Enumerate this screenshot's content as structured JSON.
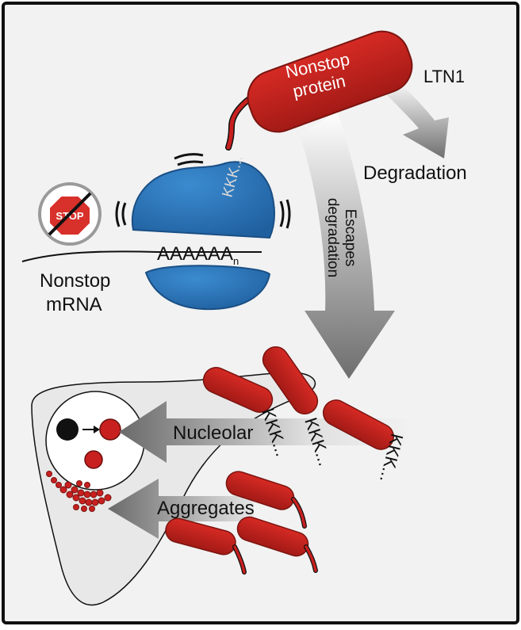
{
  "colors": {
    "background": "#f2f2f2",
    "border": "#111111",
    "protein_red": "#c8201f",
    "protein_red_dark": "#8a1a14",
    "ribosome_blue": "#2a78b8",
    "ribosome_blue_dark": "#1a5590",
    "cell_gray": "#e8e8e8",
    "nucleolus_black": "#111111",
    "stop_sign": "#d8302b"
  },
  "icons": {
    "stop": "no-stop-codon-icon"
  },
  "labels": {
    "protein_line1": "Nonstop",
    "protein_line2": "protein",
    "ltn1": "LTN1",
    "degradation": "Degradation",
    "escapes_line1": "Escapes",
    "escapes_line2": "degradation",
    "stop_sign": "STOP",
    "polya": "AAAAAA",
    "polya_sub": "n",
    "mrna_line1": "Nonstop",
    "mrna_line2": "mRNA",
    "ribosome_kkk": "KKK...",
    "nucleolar": "Nucleolar",
    "aggregates": "Aggregates",
    "kkk_1": "KKK...",
    "kkk_2": "KKK...",
    "kkk_3": "KKK..."
  }
}
